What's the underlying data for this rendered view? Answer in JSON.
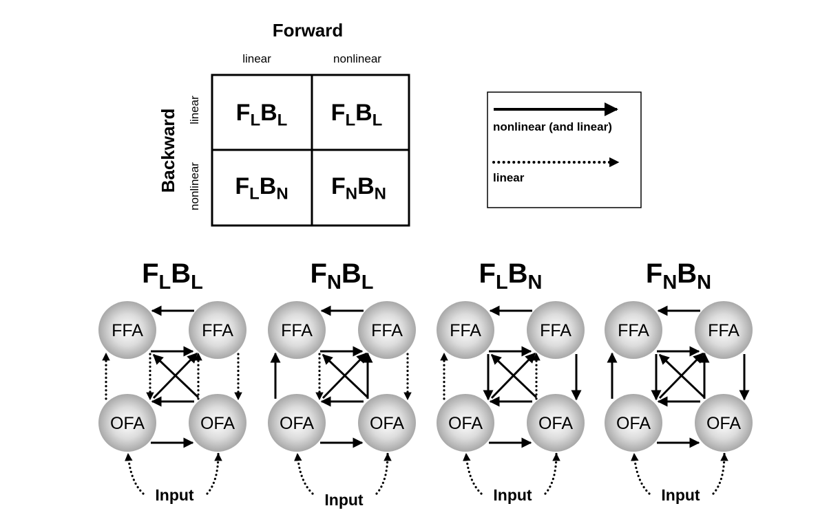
{
  "matrix": {
    "forward_title": "Forward",
    "backward_title": "Backward",
    "col_labels": [
      "linear",
      "nonlinear"
    ],
    "row_labels": [
      "linear",
      "nonlinear"
    ],
    "cells": [
      [
        {
          "f": "F",
          "fs": "L",
          "b": "B",
          "bs": "L"
        },
        {
          "f": "F",
          "fs": "L",
          "b": "B",
          "bs": "L"
        }
      ],
      [
        {
          "f": "F",
          "fs": "L",
          "b": "B",
          "bs": "N"
        },
        {
          "f": "F",
          "fs": "N",
          "b": "B",
          "bs": "N"
        }
      ]
    ]
  },
  "legend": {
    "items": [
      {
        "style": "solid",
        "label": "nonlinear (and linear)"
      },
      {
        "style": "dotted",
        "label": "linear"
      }
    ]
  },
  "networks": [
    {
      "title": {
        "f": "F",
        "fs": "L",
        "b": "B",
        "bs": "L"
      },
      "forward": "linear",
      "backward": "linear"
    },
    {
      "title": {
        "f": "F",
        "fs": "N",
        "b": "B",
        "bs": "L"
      },
      "forward": "nonlinear",
      "backward": "linear"
    },
    {
      "title": {
        "f": "F",
        "fs": "L",
        "b": "B",
        "bs": "N"
      },
      "forward": "linear",
      "backward": "nonlinear"
    },
    {
      "title": {
        "f": "F",
        "fs": "N",
        "b": "B",
        "bs": "N"
      },
      "forward": "nonlinear",
      "backward": "nonlinear"
    }
  ],
  "node_labels": {
    "top": "FFA",
    "bottom": "OFA"
  },
  "input_label": "Input",
  "colors": {
    "node_light": "#ffffff",
    "node_dark": "#a8a8a8",
    "stroke": "#000000"
  }
}
